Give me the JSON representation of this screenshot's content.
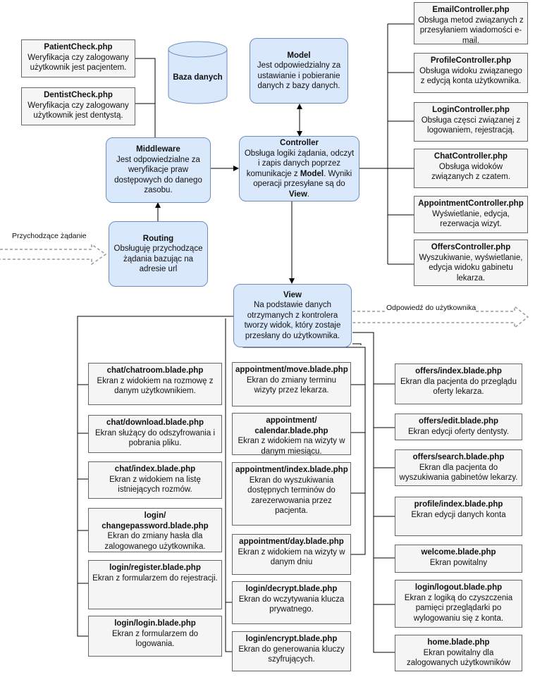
{
  "core": {
    "db": {
      "title": "Baza danych"
    },
    "model": {
      "title": "Model",
      "desc": "Jest odpowiedzialny za ustawianie i pobieranie danych z bazy danych."
    },
    "controller": {
      "title": "Controller",
      "desc_a": "Obsługa logiki żądania, odczyt i zapis danych poprzez komunikacje z ",
      "desc_b": "Model",
      "desc_c": ". Wyniki operacji przesyłane są do ",
      "desc_d": "View",
      "desc_e": "."
    },
    "middleware": {
      "title": "Middleware",
      "desc": "Jest odpowiedzialne za weryfikacje praw dostępowych do danego zasobu."
    },
    "routing": {
      "title": "Routing",
      "desc": "Obsługuję przychodzące żądania bazując na adresie url"
    },
    "view": {
      "title": "View",
      "desc": "Na podstawie danych otrzymanych z kontrolera tworzy widok, który zostaje przesłany do użytkownika."
    }
  },
  "labels": {
    "incoming": "Przychodzące żądanie",
    "response": "Odpowiedź do użytkownika"
  },
  "checks": [
    {
      "title": "PatientCheck.php",
      "desc": "Weryfikacja czy zalogowany użytkownik jest pacjentem."
    },
    {
      "title": "DentistCheck.php",
      "desc": "Weryfikacja czy zalogowany użytkownik jest dentystą."
    }
  ],
  "controllers": [
    {
      "title": "EmailController.php",
      "desc": "Obsługa metod związanych z przesyłaniem wiadomości e-mail."
    },
    {
      "title": "ProfileController.php",
      "desc": "Obsługa widoku związanego z edycją konta użytkownika."
    },
    {
      "title": "LoginController.php",
      "desc": "Obsługa częsci związanej z logowaniem, rejestracją."
    },
    {
      "title": "ChatController.php",
      "desc": "Obsługa widoków związanych z czatem."
    },
    {
      "title": "AppointmentController.php",
      "desc": "Wyświetlanie, edycja, rezerwacja wizyt."
    },
    {
      "title": "OffersController.php",
      "desc": "Wyszukiwanie, wyświetlanie, edycja widoku gabinetu lekarza."
    }
  ],
  "views_left": [
    {
      "title": "chat/chatroom.blade.php",
      "desc": "Ekran z widokiem na rozmowę z danym użytkownikiem."
    },
    {
      "title": "chat/download.blade.php",
      "desc": "Ekran służący do odszyfrowania i pobrania pliku."
    },
    {
      "title": "chat/index.blade.php",
      "desc": "Ekran z widokiem na listę istniejących rozmów."
    },
    {
      "title": "login/ changepassword.blade.php",
      "desc": "Ekran do zmiany hasła dla zalogowanego użytkownika."
    },
    {
      "title": "login/register.blade.php",
      "desc": "Ekran z formularzem do rejestracji."
    },
    {
      "title": "login/login.blade.php",
      "desc": "Ekran z formularzem do logowania."
    }
  ],
  "views_mid": [
    {
      "title": "appointment/move.blade.php",
      "desc": "Ekran do zmiany terminu wizyty przez lekarza."
    },
    {
      "title": "appointment/ calendar.blade.php",
      "desc": "Ekran z widokiem na wizyty w danym miesiącu."
    },
    {
      "title": "appointment/index.blade.php",
      "desc": "Ekran do wyszukiwania dostępnych terminów do zarezerwowania przez pacjenta."
    },
    {
      "title": "appointment/day.blade.php",
      "desc": "Ekran z widokiem na wizyty w danym dniu"
    },
    {
      "title": "login/decrypt.blade.php",
      "desc": "Ekran do wczytywania klucza prywatnego."
    },
    {
      "title": "login/encrypt.blade.php",
      "desc": "Ekran do generowania kluczy szyfrujących."
    }
  ],
  "views_right": [
    {
      "title": "offers/index.blade.php",
      "desc": "Ekran dla pacjenta do przeglądu oferty lekarza."
    },
    {
      "title": "offers/edit.blade.php",
      "desc": "Ekran edycji oferty dentysty."
    },
    {
      "title": "offers/search.blade.php",
      "desc": "Ekran dla pacjenta do wyszukiwania gabinetów lekarzy."
    },
    {
      "title": "profile/index.blade.php",
      "desc": "Ekran edycji danych konta"
    },
    {
      "title": "welcome.blade.php",
      "desc": "Ekran powitalny"
    },
    {
      "title": "login/logout.blade.php",
      "desc": "Ekran z logiką do czyszczenia pamięci przeglądarki po wylogowaniu się z konta."
    },
    {
      "title": "home.blade.php",
      "desc": "Ekran powitalny dla zalogowanych użytkowników"
    }
  ]
}
